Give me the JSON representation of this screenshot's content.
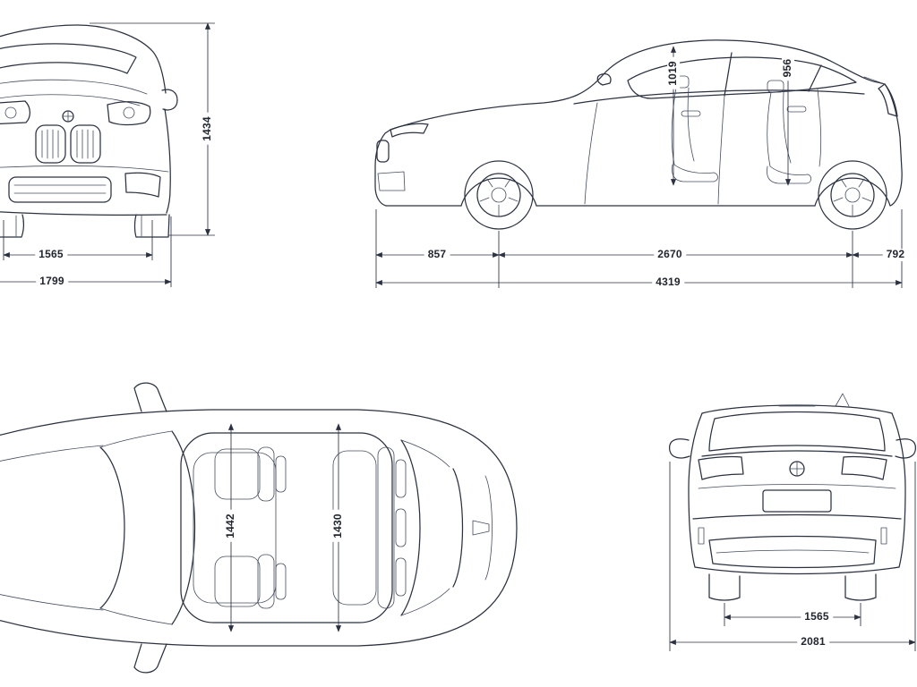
{
  "diagram": {
    "background": "#ffffff",
    "line_color": "#2b3140",
    "views": {
      "front": {
        "name": "front-view",
        "dimensions": {
          "overall_height": "1434",
          "front_track": "1565",
          "overall_width": "1799"
        }
      },
      "side": {
        "name": "side-view",
        "dimensions": {
          "front_interior_height": "1019",
          "rear_interior_height": "956",
          "front_overhang": "857",
          "wheelbase": "2670",
          "rear_overhang": "792",
          "overall_length": "4319"
        }
      },
      "top": {
        "name": "top-view",
        "dimensions": {
          "front_interior_width": "1442",
          "rear_interior_width": "1430"
        }
      },
      "rear": {
        "name": "rear-view",
        "dimensions": {
          "rear_track": "1565",
          "width_incl_mirrors": "2081"
        }
      }
    }
  }
}
